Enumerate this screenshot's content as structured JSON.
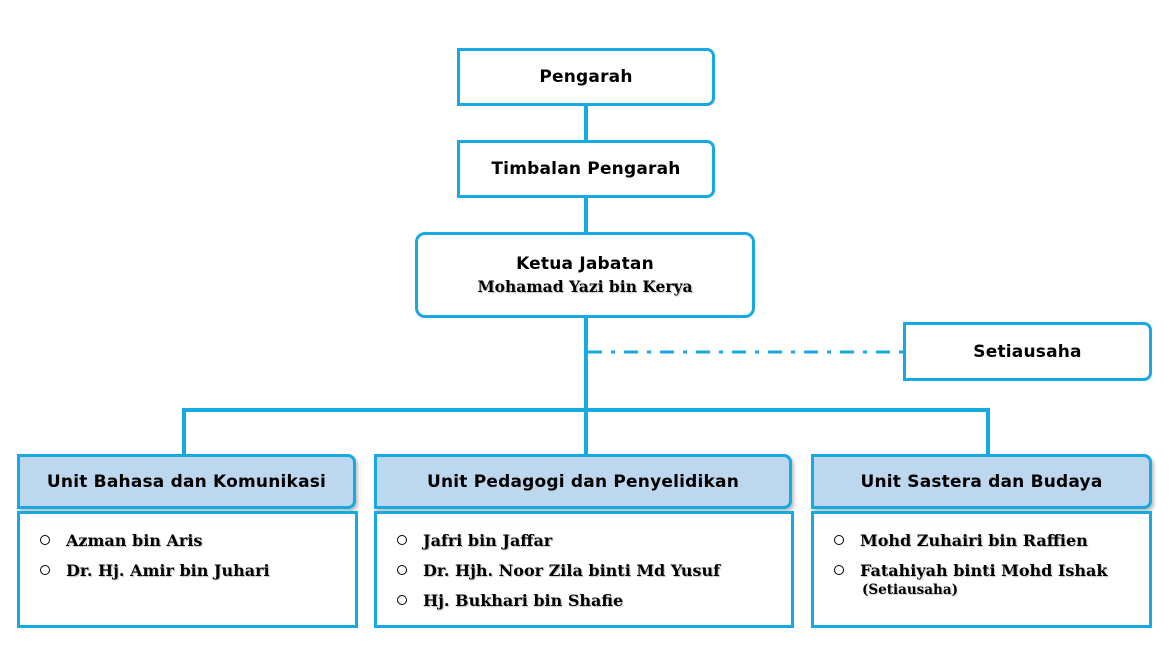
{
  "top": {
    "director": "Pengarah",
    "deputy_director": "Timbalan Pengarah",
    "head_title": "Ketua Jabatan",
    "head_name": "Mohamad Yazi bin Kerya",
    "secretary": "Setiausaha"
  },
  "units": [
    {
      "title": "Unit Bahasa dan Komunikasi",
      "members": [
        "Azman bin Aris",
        "Dr. Hj. Amir bin Juhari"
      ]
    },
    {
      "title": "Unit Pedagogi dan Penyelidikan",
      "members": [
        "Jafri bin Jaffar",
        "Dr. Hjh. Noor Zila binti Md Yusuf",
        "Hj. Bukhari bin Shafie"
      ]
    },
    {
      "title": "Unit Sastera dan Budaya",
      "members": [
        "Mohd Zuhairi bin Raffien",
        "Fatahiyah binti Mohd Ishak"
      ],
      "note": "(Setiausaha)"
    }
  ],
  "colors": {
    "border": "#17a9e1",
    "unit_header_fill": "#bdd7ee"
  }
}
